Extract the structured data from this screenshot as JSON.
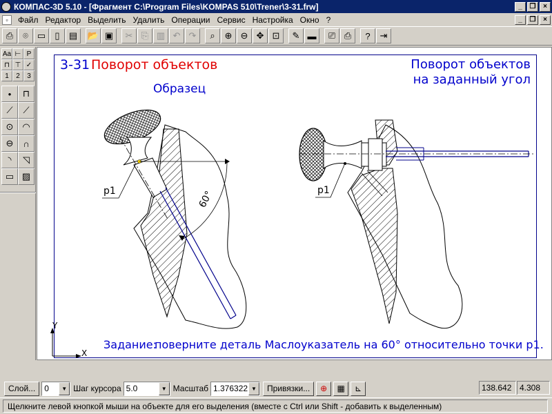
{
  "window": {
    "title": "КОМПАС-3D 5.10 - [Фрагмент C:\\Program Files\\KOMPAS 510\\Trener\\3-31.frw]"
  },
  "menu": [
    "Файл",
    "Редактор",
    "Выделить",
    "Удалить",
    "Операции",
    "Сервис",
    "Настройка",
    "Окно",
    "?"
  ],
  "drawing": {
    "task_number": "3-31",
    "task_title": "Поворот объектов",
    "sample_label": "Образец",
    "right_title_line1": "Поворот объектов",
    "right_title_line2": "на заданный угол",
    "point_label_left": "p1",
    "point_label_right": "p1",
    "angle_label": "60°",
    "axis_y": "Y",
    "axis_x": "X",
    "task_prefix": "Задание:",
    "task_text": "поверните деталь Маслоуказатель на 60° относительно точки p1."
  },
  "statusbar": {
    "layer_label": "Слой...",
    "layer_value": "0",
    "step_label": "Шаг курсора",
    "step_value": "5.0",
    "scale_label": "Масштаб",
    "scale_value": "1.376322",
    "snap_label": "Привязки...",
    "coord_x": "138.642",
    "coord_y": "4.308"
  },
  "hint": "Щелкните левой кнопкой мыши на объекте для его выделения (вместе с Ctrl или Shift - добавить к выделенным)",
  "colors": {
    "title_red": "#e00000",
    "text_blue": "#0000cc",
    "frame": "#00008b"
  }
}
